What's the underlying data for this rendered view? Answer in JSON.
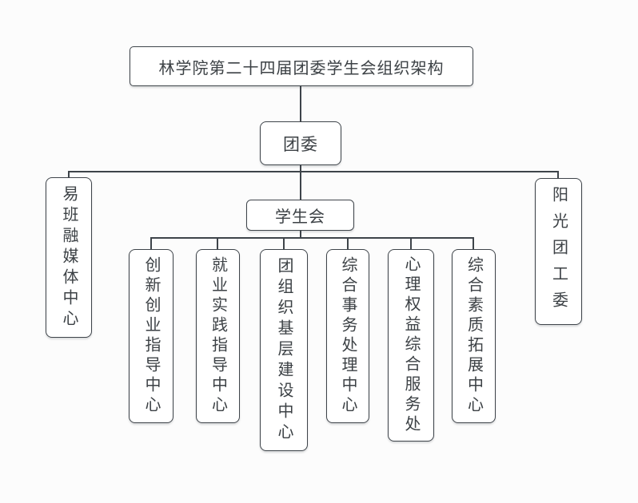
{
  "org_chart": {
    "title": "林学院第二十四届团委学生会组织架构",
    "committee": {
      "label": "团委"
    },
    "student_union": {
      "label": "学生会"
    },
    "left_branch": {
      "label": "易班融媒体中心"
    },
    "right_branch": {
      "label": "阳光团工委"
    },
    "departments": [
      {
        "label": "创新创业指导中心"
      },
      {
        "label": "就业实践指导中心"
      },
      {
        "label": "团组织基层建设中心"
      },
      {
        "label": "综合事务处理中心"
      },
      {
        "label": "心理权益综合服务处"
      },
      {
        "label": "综合素质拓展中心"
      }
    ]
  },
  "colors": {
    "line": "#3e444a",
    "node_border": "#3e444a",
    "text": "#3c4145",
    "node_background": "#ffffff",
    "page_background": "#fcfcfc"
  }
}
